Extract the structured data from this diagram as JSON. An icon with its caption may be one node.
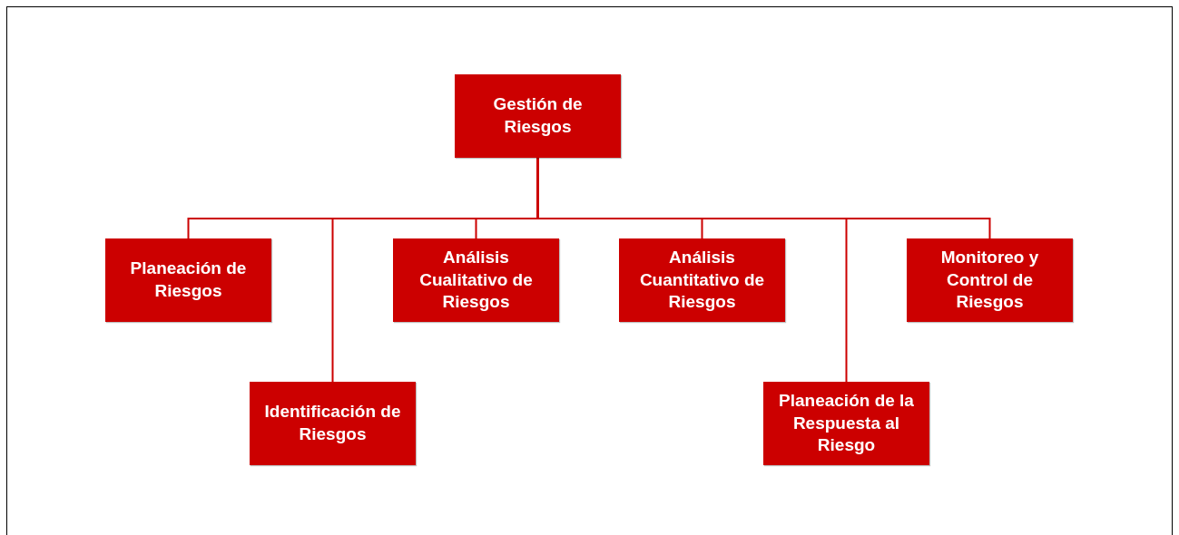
{
  "diagram": {
    "nodes": [
      {
        "text": [
          "Gestión de Riesgos"
        ]
      },
      {
        "text": [
          "Planeación de Riesgos"
        ]
      },
      {
        "text": [
          "Identificación de Riesgos"
        ]
      },
      {
        "text": [
          "Análisis Cualitativo de Riesgos"
        ]
      },
      {
        "text": [
          "Análisis Cuantitativo de Riesgos"
        ]
      },
      {
        "text": [
          "Planeación de la Respuesta al Riesgo"
        ]
      },
      {
        "text": [
          "Monitoreo y Control de Riesgos"
        ]
      }
    ],
    "edges": [
      {
        "from": 0,
        "to": 1,
        "arrow": "none"
      },
      {
        "from": 0,
        "to": 2,
        "arrow": "none"
      },
      {
        "from": 0,
        "to": 3,
        "arrow": "none"
      },
      {
        "from": 0,
        "to": 4,
        "arrow": "none"
      },
      {
        "from": 0,
        "to": 5,
        "arrow": "none"
      },
      {
        "from": 0,
        "to": 6,
        "arrow": "none"
      }
    ]
  }
}
